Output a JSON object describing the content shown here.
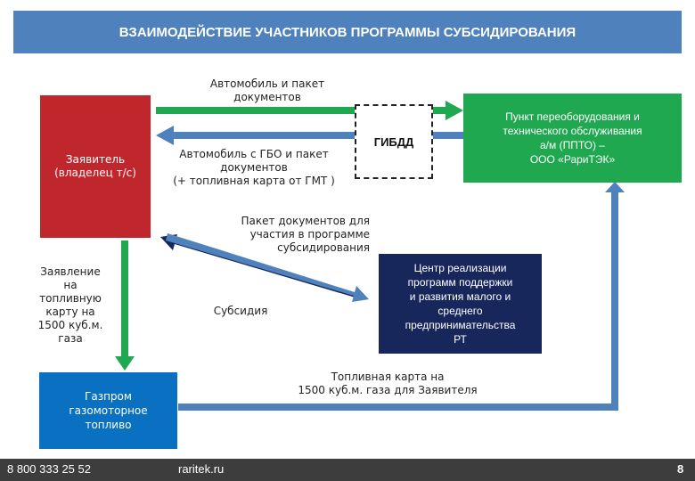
{
  "header": {
    "title": "ВЗАИМОДЕЙСТВИЕ УЧАСТНИКОВ ПРОГРАММЫ СУБСИДИРОВАНИЯ"
  },
  "nodes": {
    "applicant": "Заявитель\n(владелец т/с)",
    "gibdd": "ГИБДД",
    "ppto": "Пункт переоборудования и\nтехнического обслуживания\nа/м (ППТО) –\nООО «РариТЭК»",
    "center": "Центр реализации\nпрограмм поддержки\nи развития малого и\nсреднего\nпредпринимательства\nРТ",
    "gazprom": "Газпром\nгазомоторное\nтопливо"
  },
  "labels": {
    "car_docs": "Автомобиль и пакет\nдокументов",
    "car_gbo": "Автомобиль с ГБО и пакет\nдокументов\n(+ топливная карта от ГМТ )",
    "package": "Пакет документов для\nучастия в программе\nсубсидирования",
    "subsidy": "Субсидия",
    "application": "Заявление\nна\nтопливную\nкарту на\n1500 куб.м.\nгаза",
    "fuel_card": "Топливная карта на\n1500 куб.м. газа для Заявителя"
  },
  "footer": {
    "phone": "8 800 333 25 52",
    "site": "raritek.ru",
    "page": "8"
  },
  "colors": {
    "header": "#4f81bd",
    "red": "#c0272d",
    "green": "#1fa84f",
    "navy": "#17275c",
    "blue": "#0a70c2",
    "light_blue": "#4f81bd",
    "footer": "#3d3d3d"
  }
}
